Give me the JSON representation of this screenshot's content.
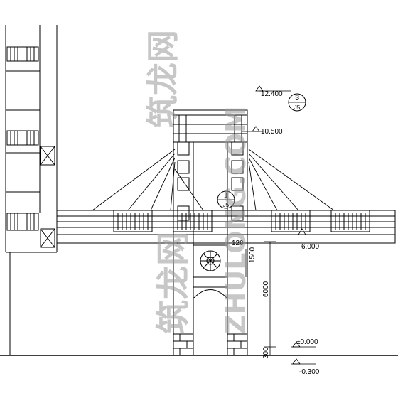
{
  "drawing": {
    "elevations": {
      "top": "12.400",
      "mid": "10.500",
      "right_platform": "6.000",
      "ground": "±0.000",
      "below": "-0.300"
    },
    "dimensions": {
      "small": "120",
      "mid": "1500",
      "height": "6000",
      "bottom": "300"
    },
    "callouts": [
      {
        "num": "3",
        "sheet": "J5"
      },
      {
        "num": "1",
        "sheet": "J5"
      }
    ],
    "watermark": {
      "cjk_left": "筑龙网",
      "cjk_right": "筑龙网",
      "latin": "ZHULONG.COM"
    },
    "colors": {
      "line": "#000000",
      "watermark": "#9a9a9a",
      "background": "#ffffff"
    }
  }
}
